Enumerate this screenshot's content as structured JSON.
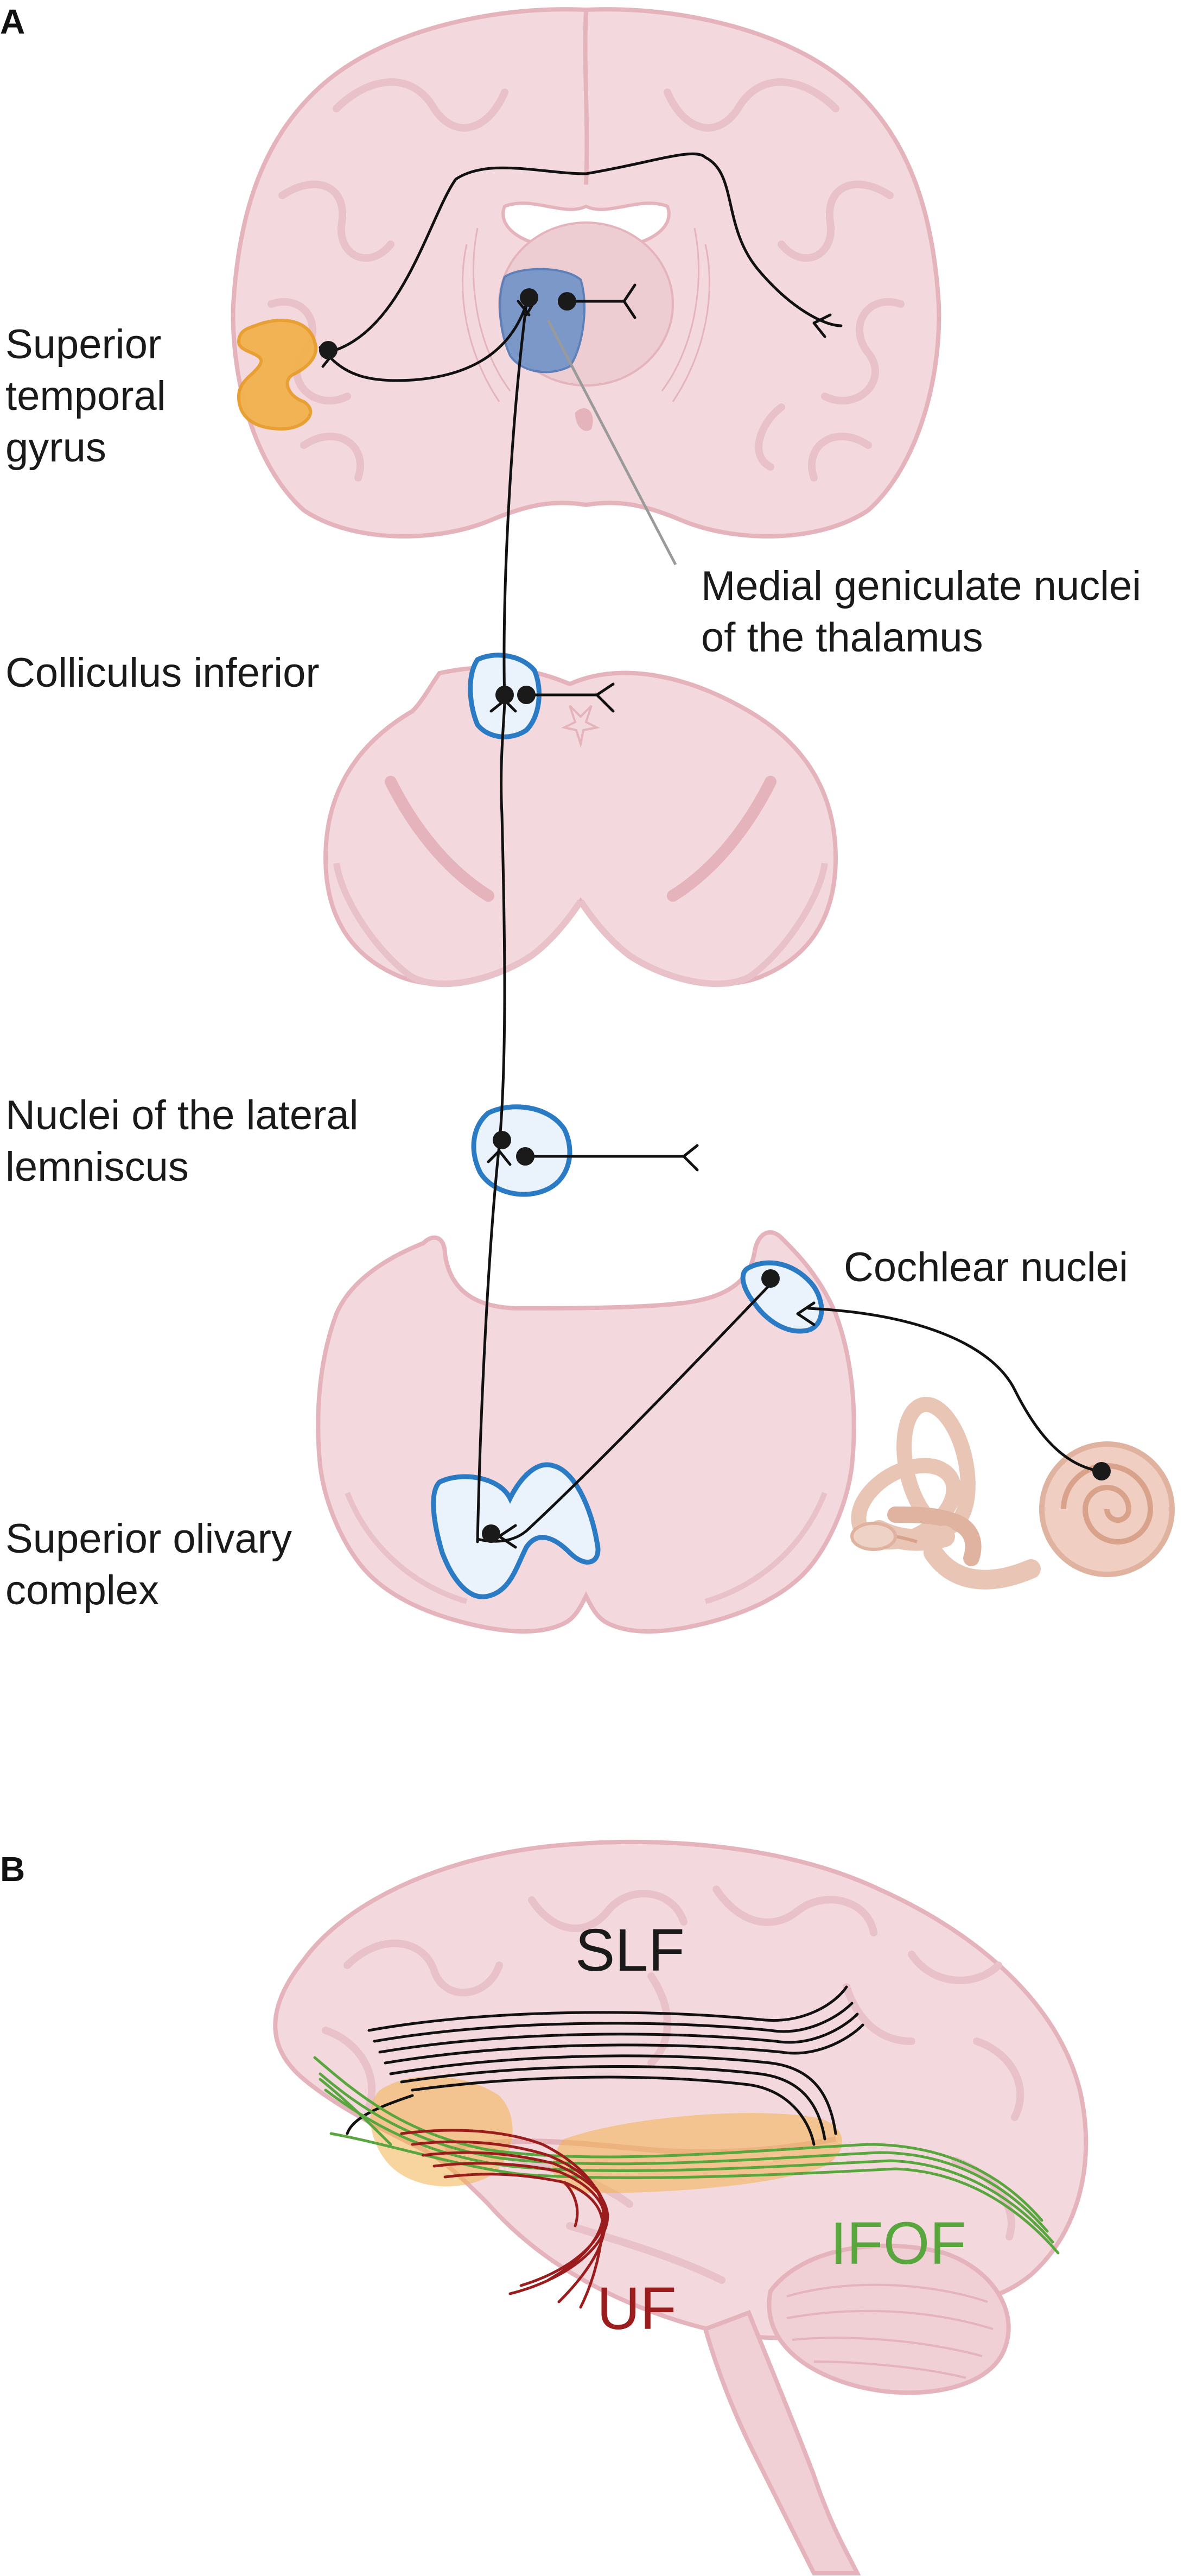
{
  "panel_a": {
    "letter": "A",
    "labels": {
      "superior_temporal_gyrus": [
        "Superior",
        "temporal",
        "gyrus"
      ],
      "medial_geniculate": [
        "Medial geniculate nuclei",
        "of the thalamus"
      ],
      "colliculus_inferior": "Colliculus inferior",
      "lateral_lemniscus": [
        "Nuclei of the lateral",
        "lemniscus"
      ],
      "cochlear_nuclei": "Cochlear nuclei",
      "superior_olivary": [
        "Superior olivary",
        "complex"
      ]
    }
  },
  "panel_b": {
    "letter": "B",
    "tracts": {
      "slf": "SLF",
      "ifof": "IFOF",
      "uf": "UF"
    }
  },
  "colors": {
    "brain_fill": "#f3d9dd",
    "brain_stroke": "#e4b3bb",
    "nucleus_outline": "#2b7bc4",
    "thalamus_fill": "#6f93c9",
    "gyrus_highlight": "#f2b24e",
    "slf": "#111111",
    "ifof": "#59a63e",
    "uf": "#9b1c1c",
    "pathway": "#111111"
  }
}
